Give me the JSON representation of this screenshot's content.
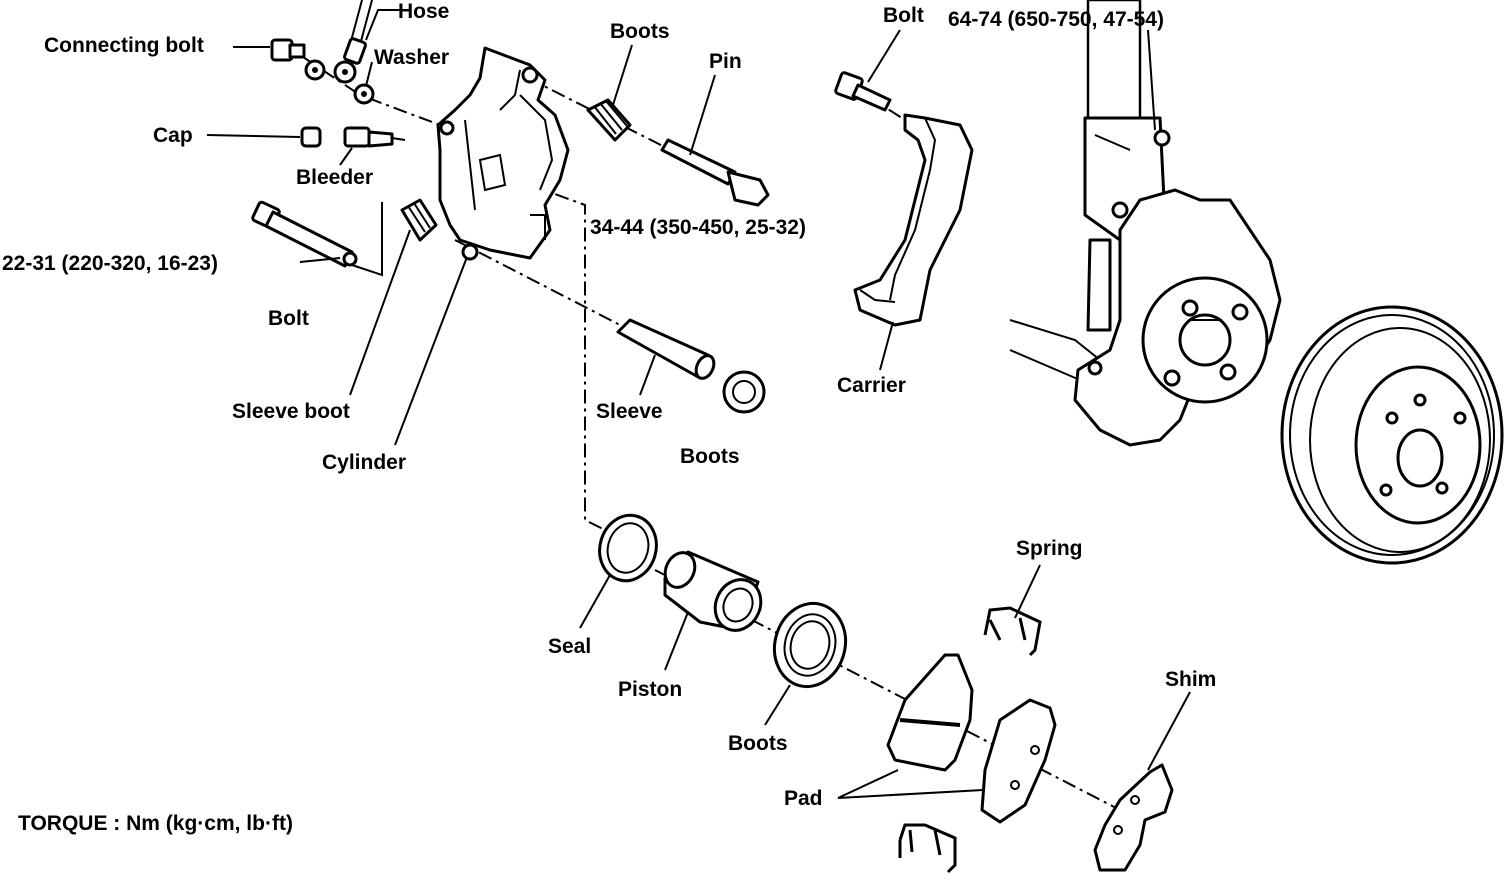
{
  "labels": {
    "hose": "Hose",
    "connecting_bolt": "Connecting bolt",
    "washer": "Washer",
    "cap": "Cap",
    "bleeder": "Bleeder",
    "boots_top": "Boots",
    "pin": "Pin",
    "bolt_carrier": "Bolt",
    "torque_carrier": "64-74 (650-750, 47-54)",
    "torque_pin": "34-44 (350-450, 25-32)",
    "torque_bolt": "22-31 (220-320, 16-23)",
    "bolt_lower": "Bolt",
    "sleeve_boot": "Sleeve boot",
    "cylinder": "Cylinder",
    "sleeve": "Sleeve",
    "boots_sleeve": "Boots",
    "carrier": "Carrier",
    "spring": "Spring",
    "seal": "Seal",
    "piston": "Piston",
    "boots_piston": "Boots",
    "pad": "Pad",
    "shim": "Shim",
    "torque_unit": "TORQUE : Nm (kg·cm, lb·ft)"
  }
}
